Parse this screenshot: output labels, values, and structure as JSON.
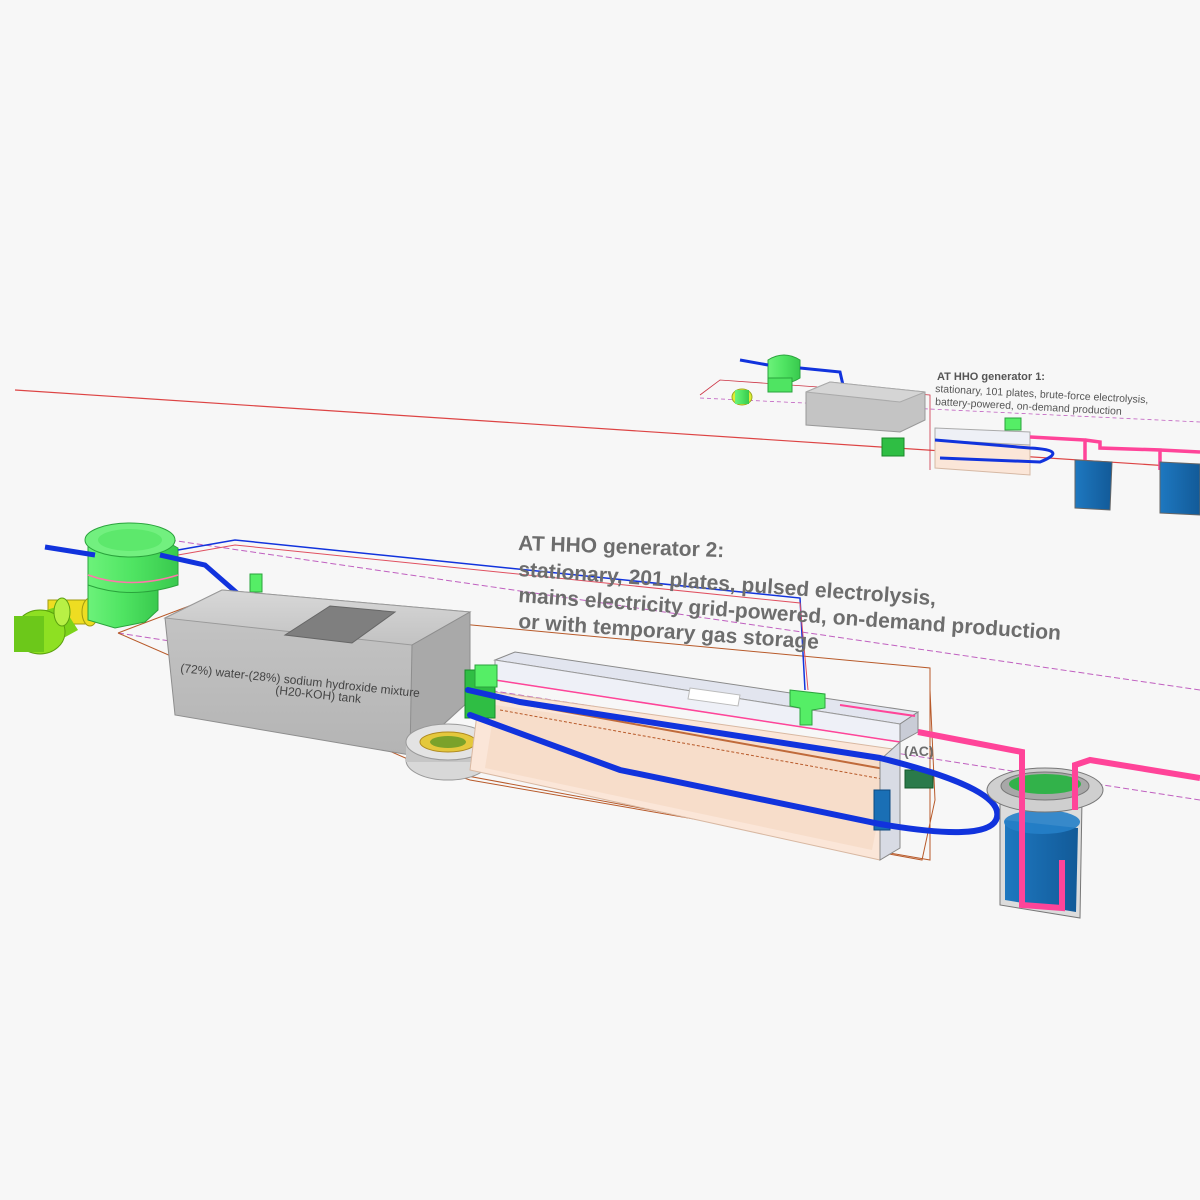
{
  "generator_2": {
    "title": "AT HHO generator 2:",
    "line_1": "stationary, 201 plates, pulsed electrolysis,",
    "line_2": "mains electricity grid-powered, on-demand production",
    "line_3": "or with temporary gas storage",
    "tank_label_1": "(72%) water-(28%) sodium hydroxide mixture",
    "tank_label_2": "(H20-KOH) tank",
    "power_label": "(AC)"
  },
  "generator_1": {
    "title": "AT HHO generator 1:",
    "line_1": "stationary, 101 plates, brute-force electrolysis,",
    "line_2": "battery-powered, on-demand production"
  },
  "colors": {
    "background": "#f7f7f7",
    "green_components": "#55ee66",
    "water_pipe": "#1133dd",
    "gas_pipe": "#ff4499",
    "bubbler_water": "#1a6fb5",
    "tank_grey": "#c8c8c8",
    "cell_body": "#fbe6d8"
  }
}
